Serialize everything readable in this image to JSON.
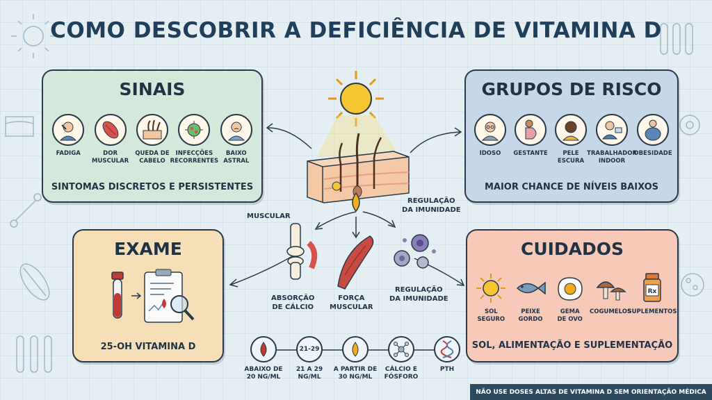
{
  "title": "COMO DESCOBRIR A DEFICIÊNCIA DE VITAMINA D",
  "sinais": {
    "title": "SINAIS",
    "items": [
      {
        "label": "FADIGA",
        "icon": "tired-person-icon"
      },
      {
        "label": "DOR\nMUSCULAR",
        "icon": "muscle-icon"
      },
      {
        "label": "QUEDA DE\nCABELO",
        "icon": "hair-follicle-icon"
      },
      {
        "label": "INFECÇÕES\nRECORRENTES",
        "icon": "virus-icon"
      },
      {
        "label": "BAIXO\nASTRAL",
        "icon": "sad-person-icon"
      }
    ],
    "caption": "SINTOMAS DISCRETOS E PERSISTENTES"
  },
  "risco": {
    "title": "GRUPOS DE RISCO",
    "items": [
      {
        "label": "IDOSO",
        "icon": "elderly-icon"
      },
      {
        "label": "GESTANTE",
        "icon": "pregnant-icon"
      },
      {
        "label": "PELE\nESCURA",
        "icon": "dark-skin-person-icon"
      },
      {
        "label": "TRABALHADOR\nINDOOR",
        "icon": "office-worker-icon"
      },
      {
        "label": "OBESIDADE",
        "icon": "obesity-icon"
      }
    ],
    "caption": "MAIOR CHANCE DE NÍVEIS BAIXOS"
  },
  "exame": {
    "title": "EXAME",
    "caption": "25-OH VITAMINA D"
  },
  "cuidados": {
    "title": "CUIDADOS",
    "items": [
      {
        "label": "SOL\nSEGURO",
        "icon": "sun-icon"
      },
      {
        "label": "PEIXE\nGORDO",
        "icon": "fish-icon"
      },
      {
        "label": "GEMA\nDE OVO",
        "icon": "egg-icon"
      },
      {
        "label": "COGUMELOS",
        "icon": "mushroom-icon"
      },
      {
        "label": "SUPLEMENTOS",
        "icon": "supplement-bottle-icon"
      }
    ],
    "caption": "SOL, ALIMENTAÇÃO E SUPLEMENTAÇÃO"
  },
  "center": {
    "muscular_label": "MUSCULAR",
    "regulacao_top": "REGULAÇÃO\nDA IMUNIDADE",
    "absorcao": "ABSORÇÃO\nDE CÁLCIO",
    "forca": "FORÇA\nMUSCULAR",
    "regulacao_bottom": "REGULAÇÃO\nDA IMUNIDADE"
  },
  "reference": [
    {
      "icon": "blood-drop-red-icon",
      "text": "",
      "label": "ABAIXO DE\n20 NG/ML"
    },
    {
      "icon": "",
      "text": "21-29",
      "label": "21 A 29\nNG/ML"
    },
    {
      "icon": "drop-yellow-icon",
      "text": "",
      "label": "A PARTIR DE\n30 NG/ML"
    },
    {
      "icon": "molecule-icon",
      "text": "",
      "label": "CÁLCIO E\nFÓSFORO"
    },
    {
      "icon": "dna-icon",
      "text": "",
      "label": "PTH"
    }
  ],
  "footer": "NÃO USE DOSES ALTAS DE VITAMINA D SEM ORIENTAÇÃO MÉDICA",
  "colors": {
    "sinais_bg": "#d4e9dc",
    "risco_bg": "#c6d7ea",
    "exame_bg": "#f6dfb6",
    "cuidados_bg": "#f6c9b8",
    "sun": "#f6c632",
    "outline": "#2a3a48"
  }
}
